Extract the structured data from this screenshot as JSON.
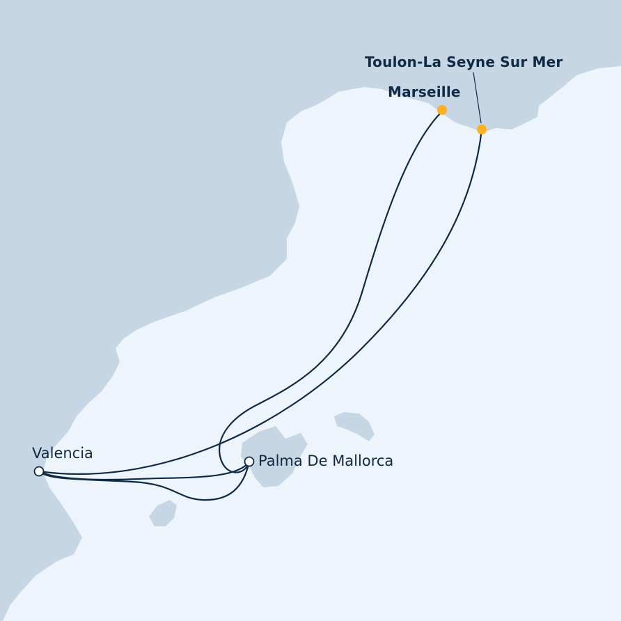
{
  "map": {
    "colors": {
      "sea": "#eef4fc",
      "land": "#c6d6e4",
      "route": "#0f2a44",
      "main_port": "#fdb022",
      "minor_port": "#ffffff"
    },
    "ports": [
      {
        "name": "Toulon-La Seyne Sur Mer",
        "type": "main"
      },
      {
        "name": "Marseille",
        "type": "main"
      },
      {
        "name": "Valencia",
        "type": "minor"
      },
      {
        "name": "Palma De Mallorca",
        "type": "minor"
      }
    ]
  }
}
